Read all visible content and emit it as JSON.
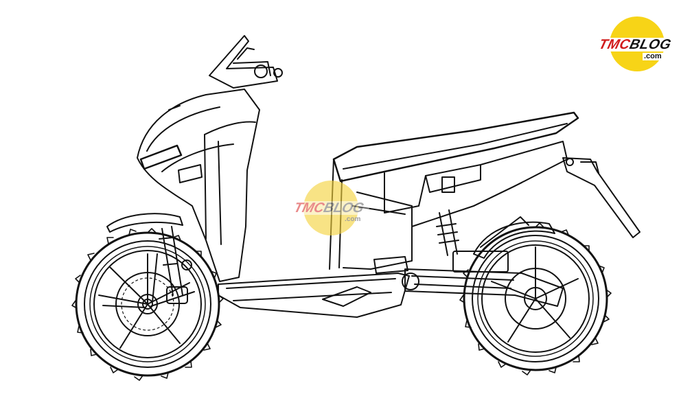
{
  "logo": {
    "brand_primary": "TMC",
    "brand_secondary": "BLOG",
    "domain": ".com"
  },
  "watermark": {
    "brand_primary": "TMC",
    "brand_secondary": "BLOG",
    "domain": ".com"
  },
  "colors": {
    "background": "#ffffff",
    "line": "#111111",
    "logo_disc": "#f7d417",
    "logo_red": "#d11c1c"
  }
}
